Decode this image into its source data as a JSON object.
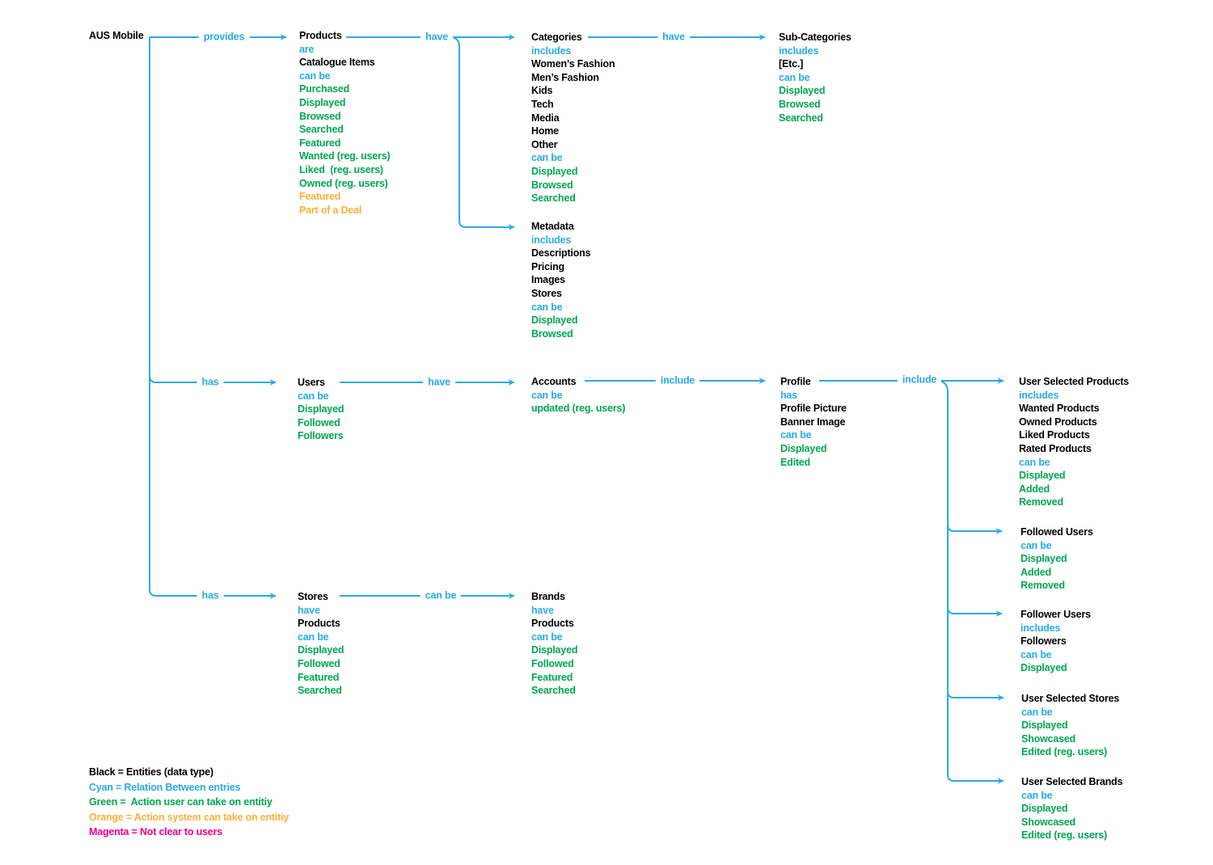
{
  "root": {
    "label": "AUS Mobile"
  },
  "colors": {
    "cyan": "#29ABE2",
    "green": "#00A651",
    "orange": "#FBB03B",
    "magenta": "#EC008C",
    "black": "#000000"
  },
  "edges": {
    "provides": {
      "label": "provides"
    },
    "have_products": {
      "label": "have"
    },
    "have_categories": {
      "label": "have"
    },
    "has_users": {
      "label": "has"
    },
    "have_users": {
      "label": "have"
    },
    "include_accounts": {
      "label": "include"
    },
    "include_profile": {
      "label": "include"
    },
    "has_stores": {
      "label": "has"
    },
    "can_be_stores": {
      "label": "can be"
    }
  },
  "nodes": {
    "products": [
      {
        "t": "Products",
        "c": "black"
      },
      {
        "t": "are",
        "c": "cyan"
      },
      {
        "t": "Catalogue Items",
        "c": "black"
      },
      {
        "t": "can be",
        "c": "cyan"
      },
      {
        "t": "Purchased",
        "c": "green"
      },
      {
        "t": "Displayed",
        "c": "green"
      },
      {
        "t": "Browsed",
        "c": "green"
      },
      {
        "t": "Searched",
        "c": "green"
      },
      {
        "t": "Featured",
        "c": "green"
      },
      {
        "t": "Wanted (reg. users)",
        "c": "green"
      },
      {
        "t": "Liked  (reg. users)",
        "c": "green"
      },
      {
        "t": "Owned (reg. users)",
        "c": "green"
      },
      {
        "t": "Featured",
        "c": "orange"
      },
      {
        "t": "Part of a Deal",
        "c": "orange"
      }
    ],
    "categories": [
      {
        "t": "Categories",
        "c": "black"
      },
      {
        "t": "includes",
        "c": "cyan"
      },
      {
        "t": "Women’s Fashion",
        "c": "black"
      },
      {
        "t": "Men’s Fashion",
        "c": "black"
      },
      {
        "t": "Kids",
        "c": "black"
      },
      {
        "t": "Tech",
        "c": "black"
      },
      {
        "t": "Media",
        "c": "black"
      },
      {
        "t": "Home",
        "c": "black"
      },
      {
        "t": "Other",
        "c": "black"
      },
      {
        "t": "can be",
        "c": "cyan"
      },
      {
        "t": "Displayed",
        "c": "green"
      },
      {
        "t": "Browsed",
        "c": "green"
      },
      {
        "t": "Searched",
        "c": "green"
      }
    ],
    "sub_categories": [
      {
        "t": "Sub-Categories",
        "c": "black"
      },
      {
        "t": "includes",
        "c": "cyan"
      },
      {
        "t": "[Etc.]",
        "c": "black"
      },
      {
        "t": "can be",
        "c": "cyan"
      },
      {
        "t": "Displayed",
        "c": "green"
      },
      {
        "t": "Browsed",
        "c": "green"
      },
      {
        "t": "Searched",
        "c": "green"
      }
    ],
    "metadata": [
      {
        "t": "Metadata",
        "c": "black"
      },
      {
        "t": "includes",
        "c": "cyan"
      },
      {
        "t": "Descriptions",
        "c": "black"
      },
      {
        "t": "Pricing",
        "c": "black"
      },
      {
        "t": "Images",
        "c": "black"
      },
      {
        "t": "Stores",
        "c": "black"
      },
      {
        "t": "can be",
        "c": "cyan"
      },
      {
        "t": "Displayed",
        "c": "green"
      },
      {
        "t": "Browsed",
        "c": "green"
      }
    ],
    "users": [
      {
        "t": "Users",
        "c": "black"
      },
      {
        "t": "can be",
        "c": "cyan"
      },
      {
        "t": "Displayed",
        "c": "green"
      },
      {
        "t": "Followed",
        "c": "green"
      },
      {
        "t": "Followers",
        "c": "green"
      }
    ],
    "accounts": [
      {
        "t": "Accounts",
        "c": "black"
      },
      {
        "t": "can be",
        "c": "cyan"
      },
      {
        "t": "updated (reg. users)",
        "c": "green"
      }
    ],
    "profile": [
      {
        "t": "Profile",
        "c": "black"
      },
      {
        "t": "has",
        "c": "cyan"
      },
      {
        "t": "Profile Picture",
        "c": "black"
      },
      {
        "t": "Banner Image",
        "c": "black"
      },
      {
        "t": "can be",
        "c": "cyan"
      },
      {
        "t": "Displayed",
        "c": "green"
      },
      {
        "t": "Edited",
        "c": "green"
      }
    ],
    "user_selected_products": [
      {
        "t": "User Selected Products",
        "c": "black"
      },
      {
        "t": "includes",
        "c": "cyan"
      },
      {
        "t": "Wanted Products",
        "c": "black"
      },
      {
        "t": "Owned Products",
        "c": "black"
      },
      {
        "t": "Liked Products",
        "c": "black"
      },
      {
        "t": "Rated Products",
        "c": "black"
      },
      {
        "t": "can be",
        "c": "cyan"
      },
      {
        "t": "Displayed",
        "c": "green"
      },
      {
        "t": "Added",
        "c": "green"
      },
      {
        "t": "Removed",
        "c": "green"
      }
    ],
    "followed_users": [
      {
        "t": "Followed Users",
        "c": "black"
      },
      {
        "t": "can be",
        "c": "cyan"
      },
      {
        "t": "Displayed",
        "c": "green"
      },
      {
        "t": "Added",
        "c": "green"
      },
      {
        "t": "Removed",
        "c": "green"
      }
    ],
    "follower_users": [
      {
        "t": "Follower Users",
        "c": "black"
      },
      {
        "t": "includes",
        "c": "cyan"
      },
      {
        "t": "Followers",
        "c": "black"
      },
      {
        "t": "can be",
        "c": "cyan"
      },
      {
        "t": "Displayed",
        "c": "green"
      }
    ],
    "user_selected_stores": [
      {
        "t": "User Selected Stores",
        "c": "black"
      },
      {
        "t": "can be",
        "c": "cyan"
      },
      {
        "t": "Displayed",
        "c": "green"
      },
      {
        "t": "Showcased",
        "c": "green"
      },
      {
        "t": "Edited (reg. users)",
        "c": "green"
      }
    ],
    "user_selected_brands": [
      {
        "t": "User Selected Brands",
        "c": "black"
      },
      {
        "t": "can be",
        "c": "cyan"
      },
      {
        "t": "Displayed",
        "c": "green"
      },
      {
        "t": "Showcased",
        "c": "green"
      },
      {
        "t": "Edited (reg. users)",
        "c": "green"
      }
    ],
    "stores": [
      {
        "t": "Stores",
        "c": "black"
      },
      {
        "t": "have",
        "c": "cyan"
      },
      {
        "t": "Products",
        "c": "black"
      },
      {
        "t": "can be",
        "c": "cyan"
      },
      {
        "t": "Displayed",
        "c": "green"
      },
      {
        "t": "Followed",
        "c": "green"
      },
      {
        "t": "Featured",
        "c": "green"
      },
      {
        "t": "Searched",
        "c": "green"
      }
    ],
    "brands": [
      {
        "t": "Brands",
        "c": "black"
      },
      {
        "t": "have",
        "c": "cyan"
      },
      {
        "t": "Products",
        "c": "black"
      },
      {
        "t": "can be",
        "c": "cyan"
      },
      {
        "t": "Displayed",
        "c": "green"
      },
      {
        "t": "Followed",
        "c": "green"
      },
      {
        "t": "Featured",
        "c": "green"
      },
      {
        "t": "Searched",
        "c": "green"
      }
    ]
  },
  "legend": {
    "items": [
      {
        "t": "Black = Entities (data type)",
        "c": "black"
      },
      {
        "t": "Cyan = Relation Between entries",
        "c": "cyan"
      },
      {
        "t": "Green =  Action user can take on entitiy",
        "c": "green"
      },
      {
        "t": "Orange = Action system can take on entitiy",
        "c": "orange"
      },
      {
        "t": "Magenta = Not clear to users",
        "c": "magenta"
      }
    ]
  }
}
